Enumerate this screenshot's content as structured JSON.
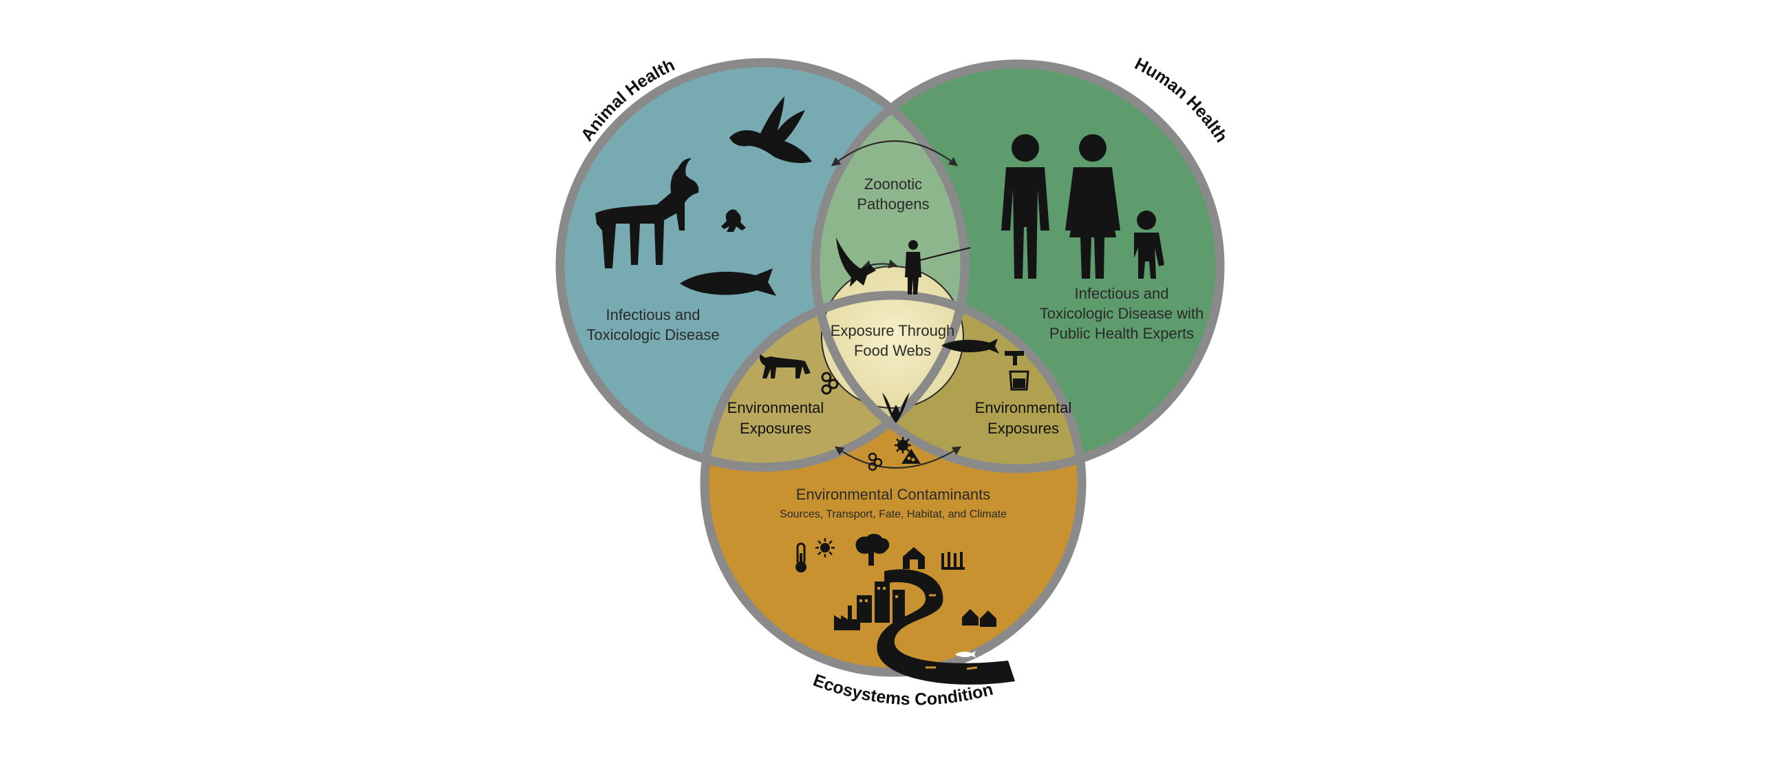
{
  "circles": {
    "animal": {
      "title": "Animal Health",
      "label_line1": "Infectious and",
      "label_line2": "Toxicologic Disease",
      "fill": "#78aab1"
    },
    "human": {
      "title": "Human Health",
      "label_line1": "Infectious and",
      "label_line2": "Toxicologic Disease with",
      "label_line3": "Public Health Experts",
      "fill": "#5e9b6d"
    },
    "ecosystem": {
      "title": "Ecosystems Conditions",
      "label_main": "Environmental Contaminants",
      "label_sub": "Sources, Transport, Fate, Habitat, and Climate",
      "fill": "#c99230"
    }
  },
  "overlaps": {
    "zoonotic_line1": "Zoonotic",
    "zoonotic_line2": "Pathogens",
    "env_left_line1": "Environmental",
    "env_left_line2": "Exposures",
    "env_right_line1": "Environmental",
    "env_right_line2": "Exposures",
    "center_line1": "Exposure Through",
    "center_line2": "Food Webs",
    "center_fill": "#efe6b8"
  },
  "ring_color": "#8a8a8a",
  "icons": [
    "duck-icon",
    "pronghorn-icon",
    "frog-icon",
    "salmon-icon",
    "family-icon",
    "eagle-icon",
    "fisherman-icon",
    "deer-icon",
    "fish-icon",
    "faucet-cup-icon",
    "molecule-icon",
    "virus-icon",
    "hazard-pile-icon",
    "thermometer-icon",
    "sun-icon",
    "tree-icon",
    "barn-icon",
    "crops-icon",
    "city-icon",
    "factory-icon",
    "houses-icon",
    "river-icon"
  ]
}
